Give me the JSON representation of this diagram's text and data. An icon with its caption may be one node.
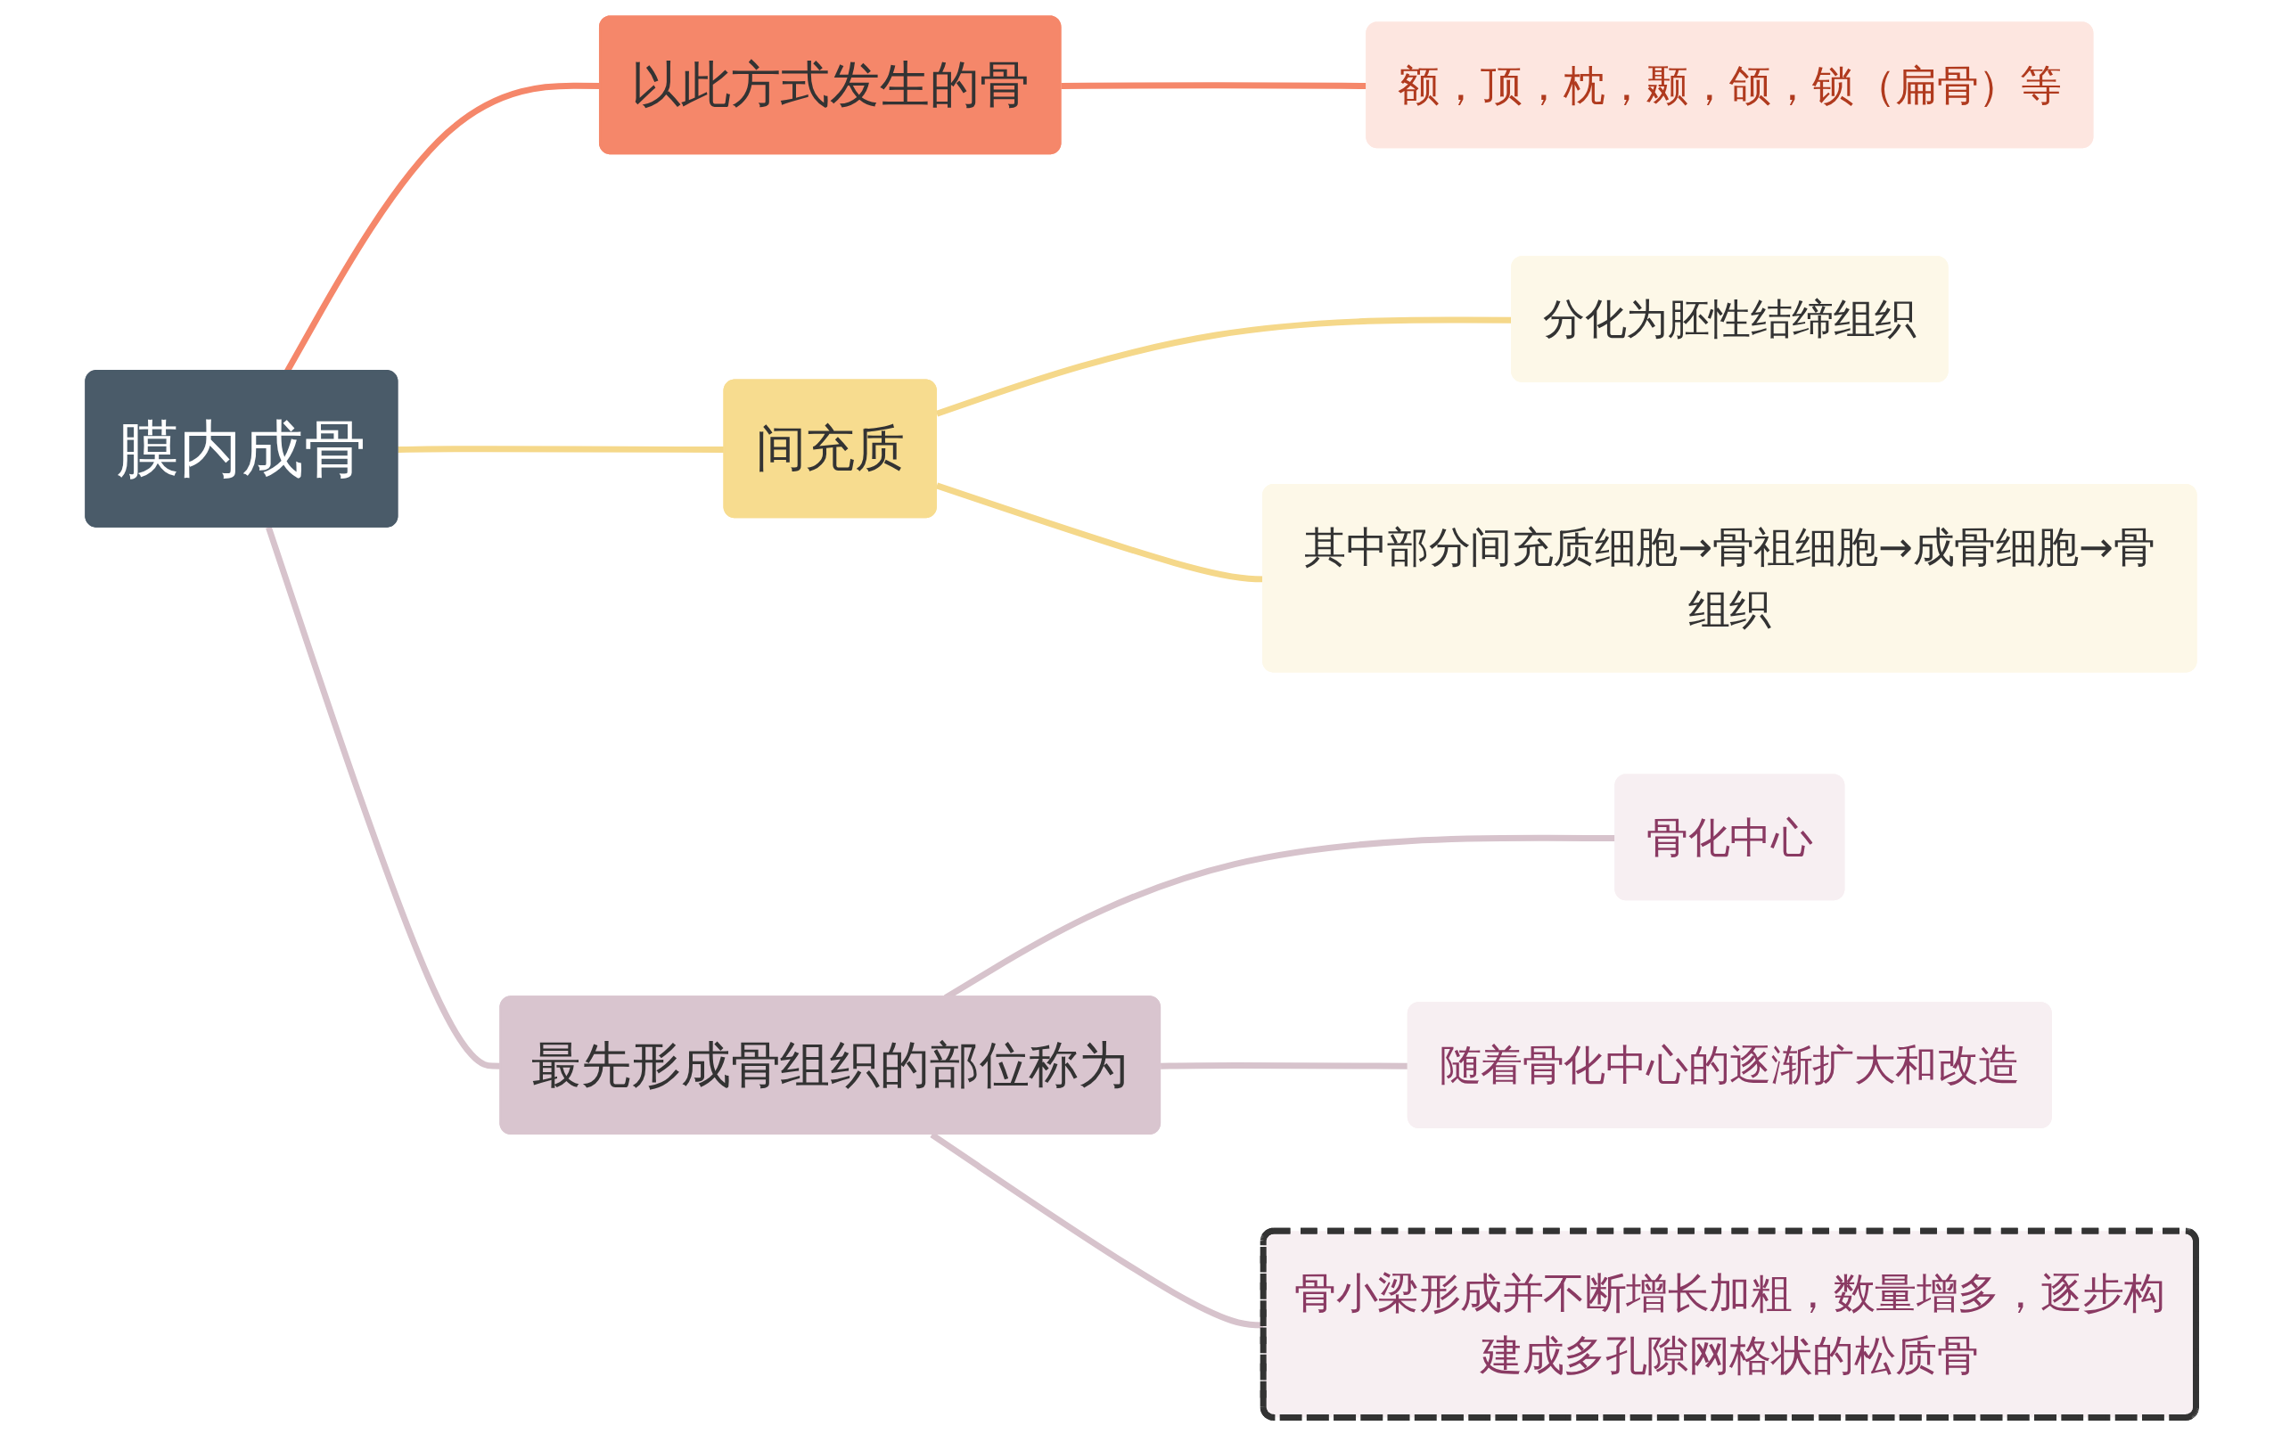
{
  "diagram": {
    "nodes": [
      {
        "text": [
          "膜内成骨"
        ]
      },
      {
        "text": [
          "以此方式发生的骨"
        ]
      },
      {
        "text": [
          "额，顶，枕，颞，颌，锁（扁骨）等"
        ]
      },
      {
        "text": [
          "间充质"
        ]
      },
      {
        "text": [
          "分化为胚性结缔组织"
        ]
      },
      {
        "text": [
          "其中部分间充质细胞→骨祖细胞→成骨细胞→骨组织"
        ]
      },
      {
        "text": [
          "最先形成骨组织的部位称为"
        ]
      },
      {
        "text": [
          "骨化中心"
        ]
      },
      {
        "text": [
          "随着骨化中心的逐渐扩大和改造"
        ]
      },
      {
        "text": [
          "骨小梁形成并不断增长加粗，数量增多，逐步构建成多孔隙网格状的松质骨"
        ]
      }
    ],
    "edges": [
      {
        "from": 0,
        "to": 1,
        "arrow": "none",
        "color": "#f5876a"
      },
      {
        "from": 1,
        "to": 2,
        "arrow": "none",
        "color": "#f5876a"
      },
      {
        "from": 0,
        "to": 3,
        "arrow": "none",
        "color": "#f5d88a"
      },
      {
        "from": 3,
        "to": 4,
        "arrow": "none",
        "color": "#f5d88a"
      },
      {
        "from": 3,
        "to": 5,
        "arrow": "none",
        "color": "#f5d88a"
      },
      {
        "from": 0,
        "to": 6,
        "arrow": "none",
        "color": "#d7c3cc"
      },
      {
        "from": 6,
        "to": 7,
        "arrow": "none",
        "color": "#d7c3cc"
      },
      {
        "from": 6,
        "to": 8,
        "arrow": "none",
        "color": "#d7c3cc"
      },
      {
        "from": 6,
        "to": 9,
        "arrow": "none",
        "color": "#d7c3cc"
      }
    ]
  }
}
